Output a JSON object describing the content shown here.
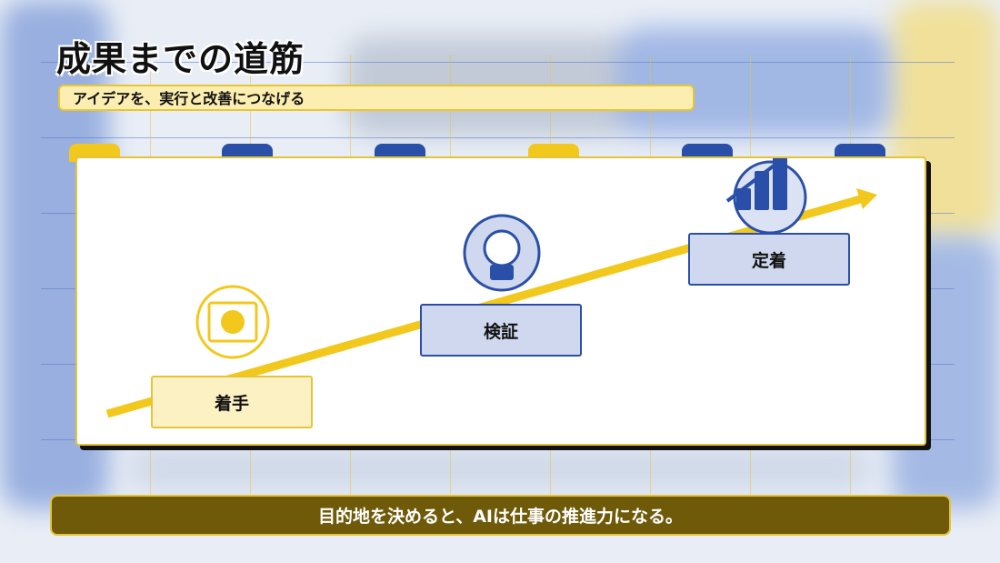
{
  "header": {
    "title": "成果までの道筋",
    "subtitle": "アイデアを、実行と改善につなげる"
  },
  "diagram": {
    "steps": [
      {
        "label": "着手",
        "icon": "target-sun-icon",
        "style": "yellow"
      },
      {
        "label": "検証",
        "icon": "lightbulb-icon",
        "style": "blue"
      },
      {
        "label": "定着",
        "icon": "growth-chart-icon",
        "style": "blue"
      }
    ]
  },
  "footer": {
    "message": "目的地を決めると、AIは仕事の推進力になる。"
  },
  "colors": {
    "accent_yellow": "#f2c81c",
    "accent_blue": "#2a4fa8",
    "footer_bg": "#6f5a0a"
  }
}
